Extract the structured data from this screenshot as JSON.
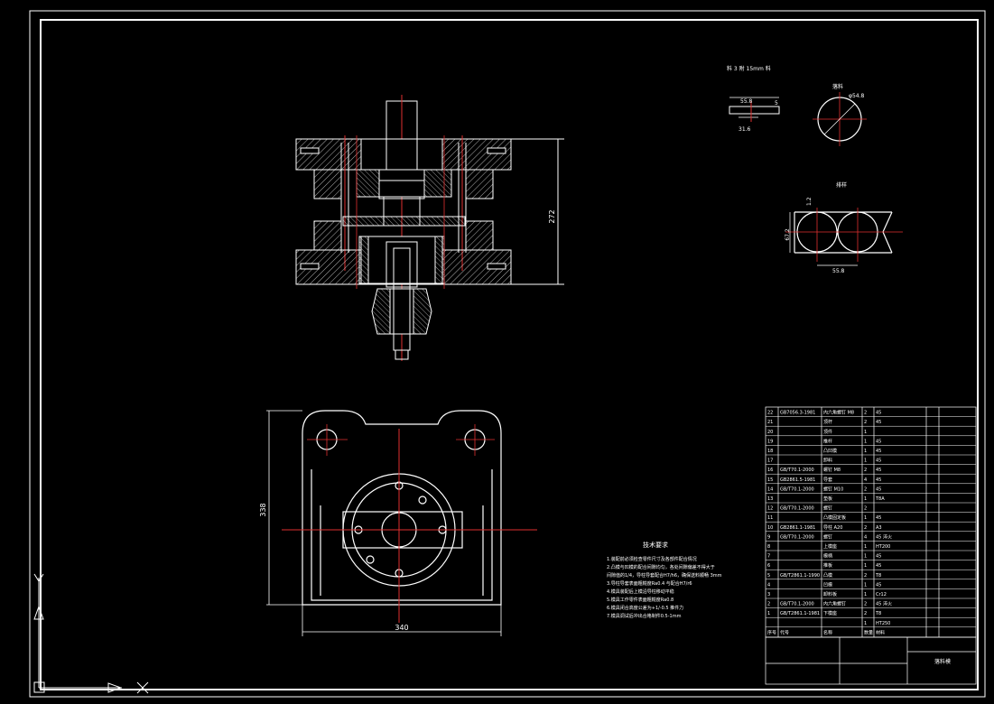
{
  "dimensions": {
    "height_label": "272",
    "plan_height_label": "338",
    "plan_width_label": "340"
  },
  "blank_drawing": {
    "title_label": "料 3 附 15mm 料",
    "thk_label": "5",
    "width_label": "55.8",
    "width2_label": "31.6",
    "circle_title": "落料",
    "circle_dia": "φ54.8"
  },
  "layout_drawing": {
    "title": "排样",
    "pitch": "55.8",
    "side": "67.2",
    "gap": "1.2"
  },
  "notes": {
    "title": "技术要求",
    "lines": [
      "1.装配前必须检查零件尺寸及各部件配合情况",
      "2.凸模与凹模的配合间隙均匀，各处间隙偏差不得大于",
      "  间隙值的1/4，导柱导套配合H7/h6，确保送料顺畅 3mm",
      "3.导柱导套表面粗糙度Ra0.4 与配合H7/r6",
      "4.模具装配后上模沿导柱移动平稳",
      "5.模具工作零件表面粗糙度Ra0.8",
      "6.模具闭合高度公差为+1/-0.5 推件力",
      "7.模具调试后冲出合格制件0.5-1mm"
    ]
  },
  "bom": {
    "rows": [
      [
        "22",
        "GB7056.3-1981",
        "内六角螺钉 M8",
        "2",
        "45"
      ],
      [
        "21",
        "",
        "顶杆",
        "2",
        "45"
      ],
      [
        "20",
        "",
        "顶件",
        "1",
        ""
      ],
      [
        "19",
        "",
        "推杆",
        "1",
        "45"
      ],
      [
        "18",
        "",
        "凸凹模",
        "1",
        "45"
      ],
      [
        "17",
        "",
        "卸料",
        "1",
        "45"
      ],
      [
        "16",
        "GB/T70.1-2000",
        "螺钉 M8",
        "2",
        "45"
      ],
      [
        "15",
        "GB2861.5-1981",
        "导套",
        "4",
        "45"
      ],
      [
        "14",
        "GB/T70.1-2000",
        "螺钉 M10",
        "2",
        "45"
      ],
      [
        "13",
        "",
        "垫板",
        "1",
        "T8A"
      ],
      [
        "12",
        "GB/T70.1-2000",
        "螺钉",
        "2",
        ""
      ],
      [
        "11",
        "",
        "凸模固定板",
        "1",
        "45"
      ],
      [
        "10",
        "GB2861.1-1981",
        "导柱 A20",
        "2",
        "A3"
      ],
      [
        "9",
        "GB/T70.1-2000",
        "螺钉",
        "4",
        "45 淬火"
      ],
      [
        "8",
        "",
        "上模座",
        "1",
        "HT200"
      ],
      [
        "7",
        "",
        "模柄",
        "1",
        "45"
      ],
      [
        "6",
        "",
        "推板",
        "1",
        "45"
      ],
      [
        "5",
        "GB/T2861.1-1990",
        "凸模",
        "2",
        "T8"
      ],
      [
        "4",
        "",
        "凹模",
        "1",
        "45"
      ],
      [
        "3",
        "",
        "卸料板",
        "1",
        "Cr12"
      ],
      [
        "2",
        "GB/T70.1-2000",
        "内六角螺钉",
        "2",
        "45 淬火"
      ],
      [
        "1",
        "GB/T2861.1-1981",
        "下模座",
        "2",
        "T8"
      ],
      [
        "",
        "",
        "",
        "1",
        "HT250"
      ]
    ],
    "header": [
      "序号",
      "代号",
      "名称",
      "数量",
      "材料"
    ],
    "title_block": "落料模"
  }
}
